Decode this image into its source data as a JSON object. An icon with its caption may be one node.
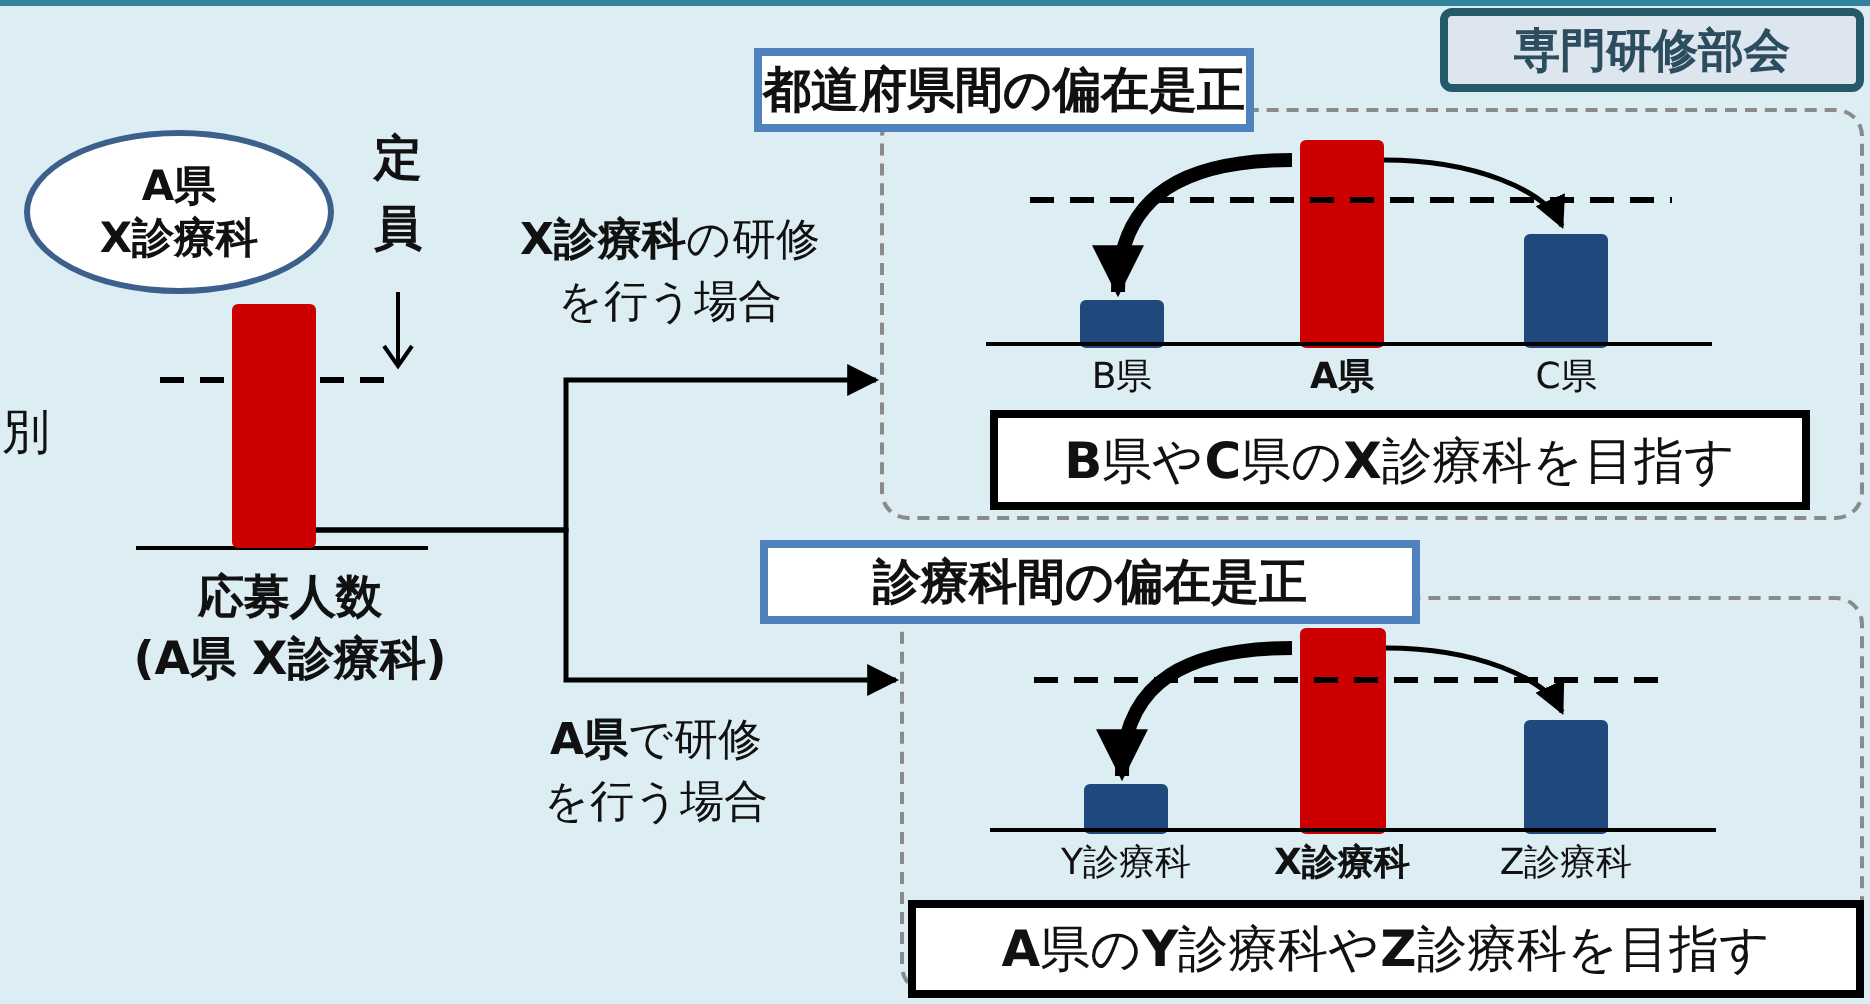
{
  "diagram": {
    "nodes": [
      {
        "text": [
          "A県 X診療科"
        ]
      },
      {
        "text": [],
        "shape": "bar",
        "beside": [
          "応募人数 (A県 X診療科)"
        ]
      },
      {
        "text": [
          "専門研修部会"
        ]
      },
      {
        "text": [
          "都道府県間の偏在是正"
        ]
      },
      {
        "text": [],
        "shape": "bar",
        "in": 3,
        "beside": [
          "B県"
        ]
      },
      {
        "text": [],
        "shape": "bar",
        "in": 3,
        "beside": [
          "A県"
        ]
      },
      {
        "text": [],
        "shape": "bar",
        "in": 3,
        "beside": [
          "C県"
        ]
      },
      {
        "text": [
          "**B**県や**C**県の**X**診療科を目指す"
        ],
        "in": 3
      },
      {
        "text": [
          "診療科間の偏在是正"
        ]
      },
      {
        "text": [],
        "shape": "bar",
        "in": 8,
        "beside": [
          "Y診療科"
        ]
      },
      {
        "text": [],
        "shape": "bar",
        "in": 8,
        "beside": [
          "X診療科"
        ]
      },
      {
        "text": [],
        "shape": "bar",
        "in": 8,
        "beside": [
          "Z診療科"
        ]
      },
      {
        "text": [
          "**A**県の**Y**診療科や**Z**診療科を目指す"
        ],
        "in": 8
      }
    ],
    "edges": [
      {
        "from": 1,
        "to": 3,
        "arrow": "to",
        "label": "**X診療科**の研修を行う場合"
      },
      {
        "from": 1,
        "to": 8,
        "arrow": "to",
        "label": "**A県**で研修を行う場合"
      },
      {
        "from": 5,
        "to": 4,
        "arrow": "to",
        "style": "thick"
      },
      {
        "from": 5,
        "to": 6,
        "arrow": "to"
      },
      {
        "from": 10,
        "to": 9,
        "arrow": "to",
        "style": "thick"
      },
      {
        "from": 10,
        "to": 11,
        "arrow": "to"
      }
    ],
    "labels": [
      "別",
      "定員"
    ]
  }
}
